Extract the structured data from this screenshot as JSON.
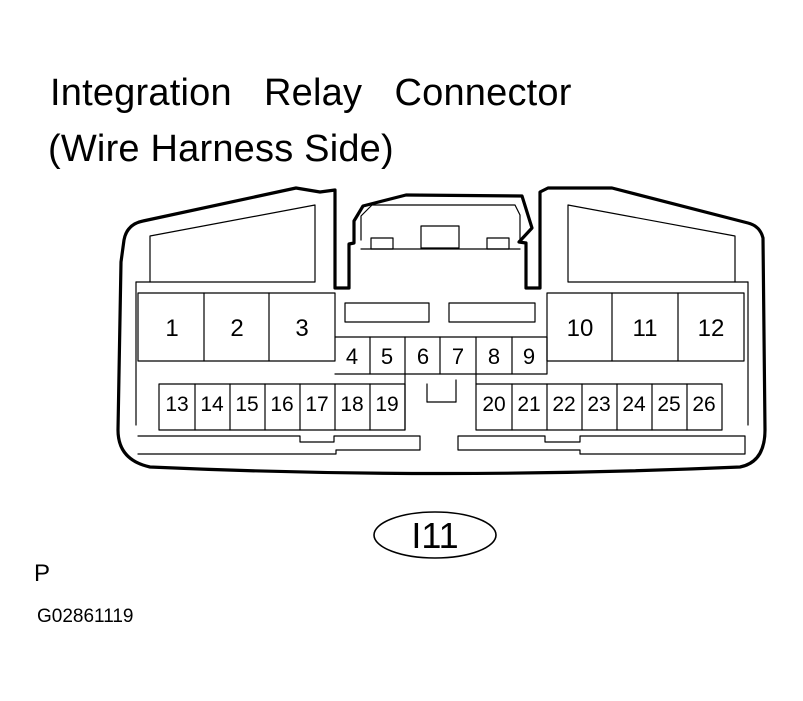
{
  "title": {
    "line1": "Integration   Relay   Connector",
    "line2": "(Wire Harness Side)"
  },
  "connector": {
    "code": "I11",
    "upper_row": [
      "1",
      "2",
      "3",
      "10",
      "11",
      "12"
    ],
    "middle_row": [
      "4",
      "5",
      "6",
      "7",
      "8",
      "9"
    ],
    "lower_row_left": [
      "13",
      "14",
      "15",
      "16",
      "17",
      "18",
      "19"
    ],
    "lower_row_right": [
      "20",
      "21",
      "22",
      "23",
      "24",
      "25",
      "26"
    ]
  },
  "footer": {
    "letter": "P",
    "figure_id": "G02861119"
  }
}
